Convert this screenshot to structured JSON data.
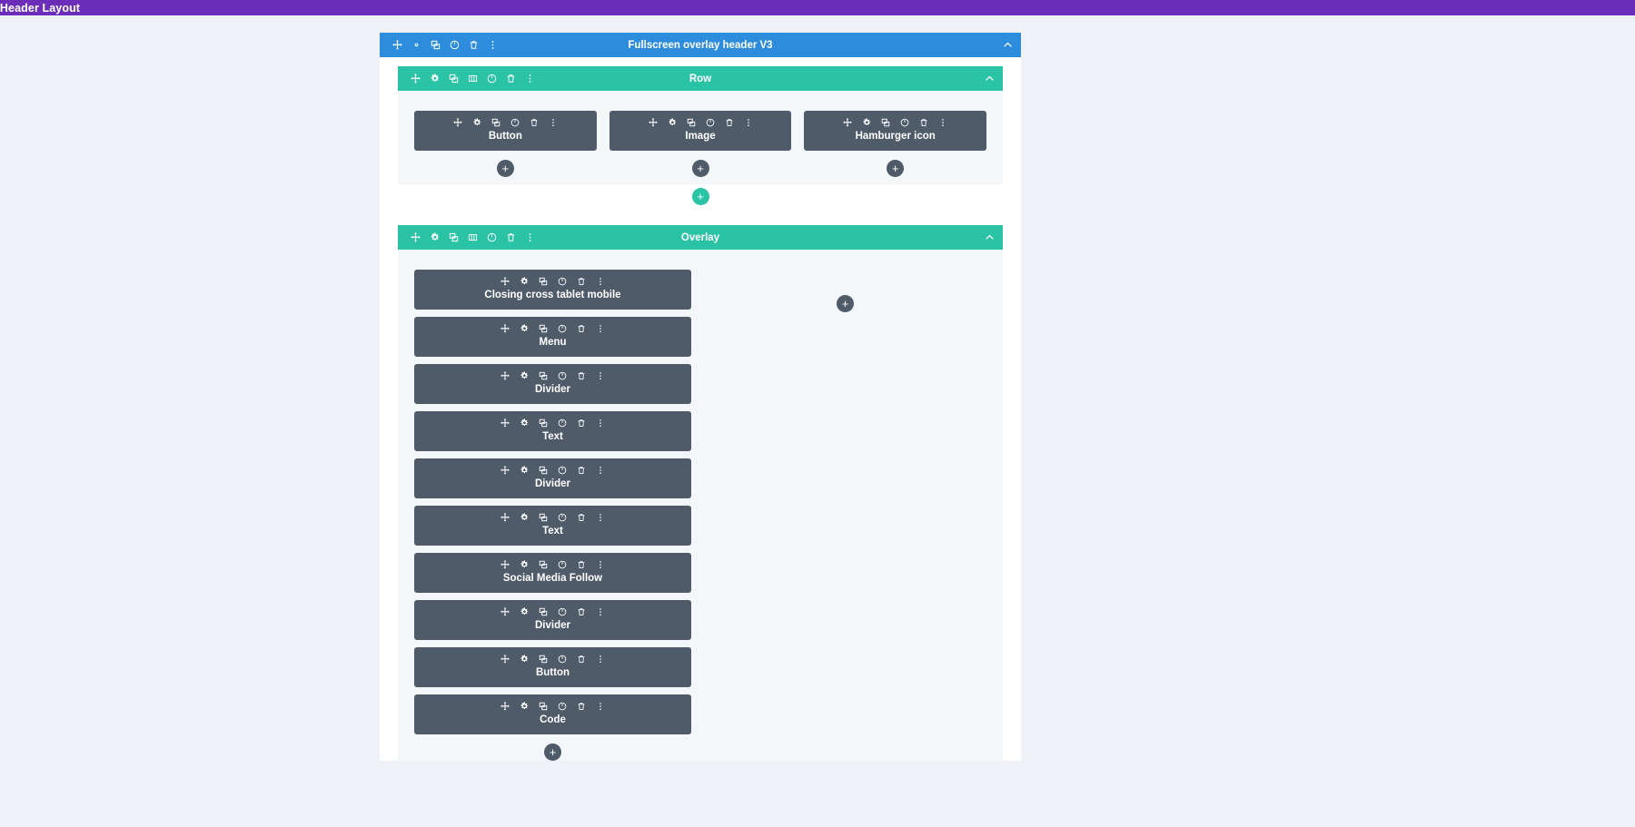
{
  "topbar": {
    "title": "bal Header Layout",
    "bg": "#6c2eb9"
  },
  "colors": {
    "section": "#2d8ddc",
    "row": "#2bc3a5",
    "module": "#4f5b69",
    "canvas": "#eef1f6",
    "row_inner": "#f4f7fa"
  },
  "section": {
    "title": "Fullscreen overlay header V3",
    "icons": [
      "move-icon",
      "gear-icon",
      "duplicate-icon",
      "power-icon",
      "trash-icon",
      "more-options-icon"
    ],
    "collapse_icon": "chevron-up-icon"
  },
  "rows": [
    {
      "title": "Row",
      "icons": [
        "move-icon",
        "gear-icon",
        "duplicate-icon",
        "columns-icon",
        "power-icon",
        "trash-icon",
        "more-options-icon"
      ],
      "collapse_icon": "chevron-up-icon",
      "columns": [
        {
          "modules": [
            {
              "label": "Button"
            }
          ],
          "add_label": "+"
        },
        {
          "modules": [
            {
              "label": "Image"
            }
          ],
          "add_label": "+"
        },
        {
          "modules": [
            {
              "label": "Hamburger icon"
            }
          ],
          "add_label": "+"
        }
      ],
      "row_add_label": "+"
    },
    {
      "title": "Overlay",
      "icons": [
        "move-icon",
        "gear-icon",
        "duplicate-icon",
        "columns-icon",
        "power-icon",
        "trash-icon",
        "more-options-icon"
      ],
      "collapse_icon": "chevron-up-icon",
      "columns": [
        {
          "modules": [
            {
              "label": "Closing cross tablet mobile"
            },
            {
              "label": "Menu"
            },
            {
              "label": "Divider"
            },
            {
              "label": "Text"
            },
            {
              "label": "Divider"
            },
            {
              "label": "Text"
            },
            {
              "label": "Social Media Follow"
            },
            {
              "label": "Divider"
            },
            {
              "label": "Button"
            },
            {
              "label": "Code"
            }
          ],
          "add_label": "+"
        },
        {
          "modules": [],
          "add_label": "+"
        }
      ]
    }
  ],
  "module_icons": [
    "move-icon",
    "gear-icon",
    "duplicate-icon",
    "power-icon",
    "trash-icon",
    "more-options-icon"
  ]
}
